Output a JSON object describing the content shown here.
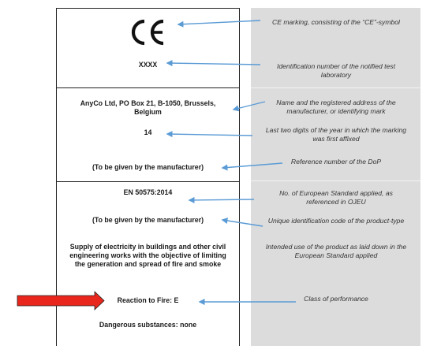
{
  "label": {
    "box1": {
      "id_number": "XXXX"
    },
    "box2": {
      "address_line1": "AnyCo Ltd, PO Box 21, B-1050, Brussels,",
      "address_line2": "Belgium",
      "year": "14",
      "dop_ref": "(To be given by the manufacturer)"
    },
    "box3": {
      "standard": "EN 50575:2014",
      "product_code": "(To be given by the manufacturer)",
      "intended_use_1": "Supply of electricity in buildings and other civil",
      "intended_use_2": "engineering works with the objective of limiting",
      "intended_use_3": "the generation and spread of fire and smoke",
      "reaction": "Reaction to Fire: E",
      "dangerous": "Dangerous substances: none"
    }
  },
  "descriptions": {
    "ce": "CE marking, consisting of the “CE”-symbol",
    "id_1": "Identification number of the notified test",
    "id_2": "laboratory",
    "name_1": "Name and the registered address of the",
    "name_2": "manufacturer, or identifying mark",
    "year_1": "Last two digits of the year in which the marking",
    "year_2": "was first affixed",
    "dop": "Reference number of the DoP",
    "std_1": "No. of European Standard applied, as",
    "std_2": "referenced in OJEU",
    "code": "Unique identification code of the product-type",
    "use_1": "Intended use of the product as laid down in the",
    "use_2": "European Standard applied",
    "class": "Class of performance"
  },
  "colors": {
    "arrow_blue": "#5b9bd5",
    "highlight_arrow": "#e8261c",
    "grey_panel": "#dcdcdc"
  }
}
